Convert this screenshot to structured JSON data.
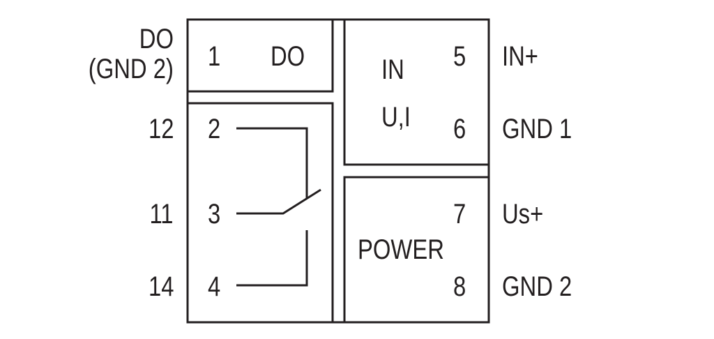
{
  "diagram": {
    "title": "",
    "left_terminals": {
      "do_line1": "DO",
      "do_line2": "(GND 2)",
      "t12": "12",
      "t11": "11",
      "t14": "14"
    },
    "inner_left": {
      "pin1": "1",
      "do_label": "DO",
      "pin2": "2",
      "pin3": "3",
      "pin4": "4"
    },
    "input_block": {
      "line1": "IN",
      "line2": "U,I",
      "pin5": "5",
      "pin6": "6"
    },
    "power_block": {
      "label": "POWER",
      "pin7": "7",
      "pin8": "8"
    },
    "right_terminals": {
      "in_plus": "IN+",
      "gnd1": "GND 1",
      "us_plus": "Us+",
      "gnd2": "GND 2"
    },
    "colors": {
      "line": "#231f20",
      "background": "#ffffff"
    }
  }
}
